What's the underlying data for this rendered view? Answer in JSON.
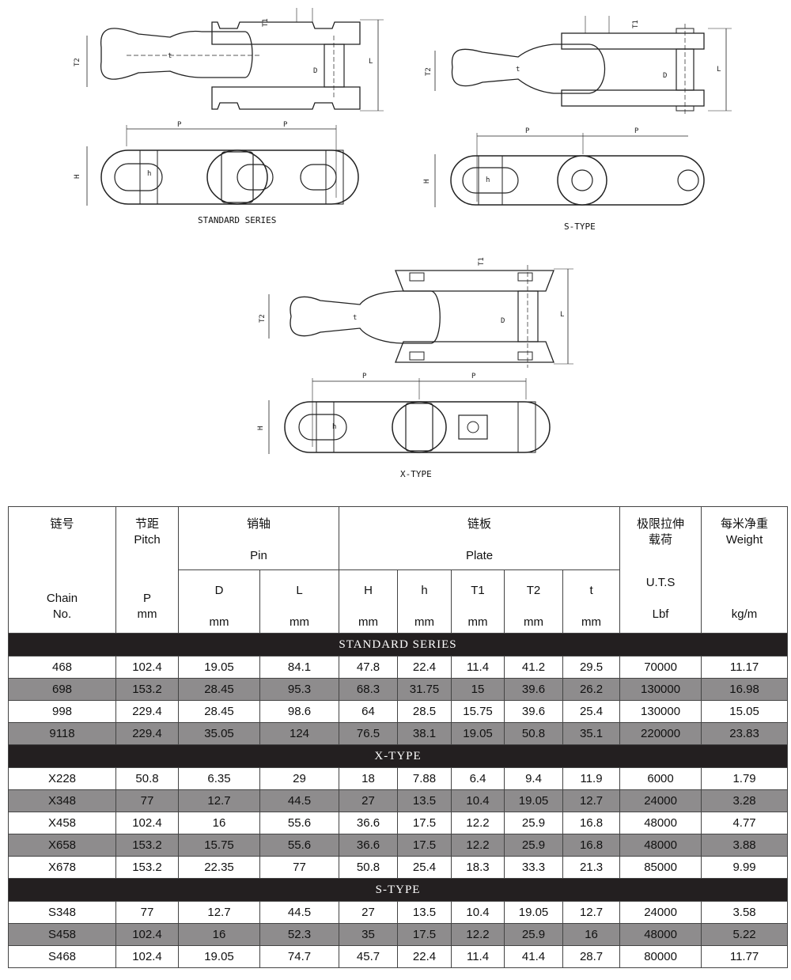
{
  "drawings": {
    "standard_caption": "STANDARD SERIES",
    "s_caption": "S-TYPE",
    "x_caption": "X-TYPE",
    "dim_labels": {
      "T1": "T1",
      "T2": "T2",
      "L": "L",
      "D": "D",
      "t": "t",
      "P": "P",
      "H": "H",
      "h": "h"
    }
  },
  "table": {
    "header": {
      "chain_cn": "链号",
      "chain_en1": "Chain",
      "chain_en2": "No.",
      "pitch_cn": "节距",
      "pitch_en": "Pitch",
      "pitch_sym": "P",
      "pin_cn": "销轴",
      "pin_en": "Pin",
      "plate_cn": "链板",
      "plate_en": "Plate",
      "uts_cn1": "极限拉伸",
      "uts_cn2": "载荷",
      "uts_sym": "U.T.S",
      "uts_unit": "Lbf",
      "weight_cn": "每米净重",
      "weight_en": "Weight",
      "weight_unit": "kg/m",
      "mm": "mm",
      "D": "D",
      "L": "L",
      "H": "H",
      "h": "h",
      "T1": "T1",
      "T2": "T2",
      "t": "t"
    },
    "sections": [
      {
        "title": "STANDARD SERIES",
        "rows": [
          [
            "468",
            "102.4",
            "19.05",
            "84.1",
            "47.8",
            "22.4",
            "11.4",
            "41.2",
            "29.5",
            "70000",
            "11.17"
          ],
          [
            "698",
            "153.2",
            "28.45",
            "95.3",
            "68.3",
            "31.75",
            "15",
            "39.6",
            "26.2",
            "130000",
            "16.98"
          ],
          [
            "998",
            "229.4",
            "28.45",
            "98.6",
            "64",
            "28.5",
            "15.75",
            "39.6",
            "25.4",
            "130000",
            "15.05"
          ],
          [
            "9118",
            "229.4",
            "35.05",
            "124",
            "76.5",
            "38.1",
            "19.05",
            "50.8",
            "35.1",
            "220000",
            "23.83"
          ]
        ]
      },
      {
        "title": "X-TYPE",
        "rows": [
          [
            "X228",
            "50.8",
            "6.35",
            "29",
            "18",
            "7.88",
            "6.4",
            "9.4",
            "11.9",
            "6000",
            "1.79"
          ],
          [
            "X348",
            "77",
            "12.7",
            "44.5",
            "27",
            "13.5",
            "10.4",
            "19.05",
            "12.7",
            "24000",
            "3.28"
          ],
          [
            "X458",
            "102.4",
            "16",
            "55.6",
            "36.6",
            "17.5",
            "12.2",
            "25.9",
            "16.8",
            "48000",
            "4.77"
          ],
          [
            "X658",
            "153.2",
            "15.75",
            "55.6",
            "36.6",
            "17.5",
            "12.2",
            "25.9",
            "16.8",
            "48000",
            "3.88"
          ],
          [
            "X678",
            "153.2",
            "22.35",
            "77",
            "50.8",
            "25.4",
            "18.3",
            "33.3",
            "21.3",
            "85000",
            "9.99"
          ]
        ]
      },
      {
        "title": "S-TYPE",
        "rows": [
          [
            "S348",
            "77",
            "12.7",
            "44.5",
            "27",
            "13.5",
            "10.4",
            "19.05",
            "12.7",
            "24000",
            "3.58"
          ],
          [
            "S458",
            "102.4",
            "16",
            "52.3",
            "35",
            "17.5",
            "12.2",
            "25.9",
            "16",
            "48000",
            "5.22"
          ],
          [
            "S468",
            "102.4",
            "19.05",
            "74.7",
            "45.7",
            "22.4",
            "11.4",
            "41.4",
            "28.7",
            "80000",
            "11.77"
          ]
        ]
      }
    ]
  }
}
